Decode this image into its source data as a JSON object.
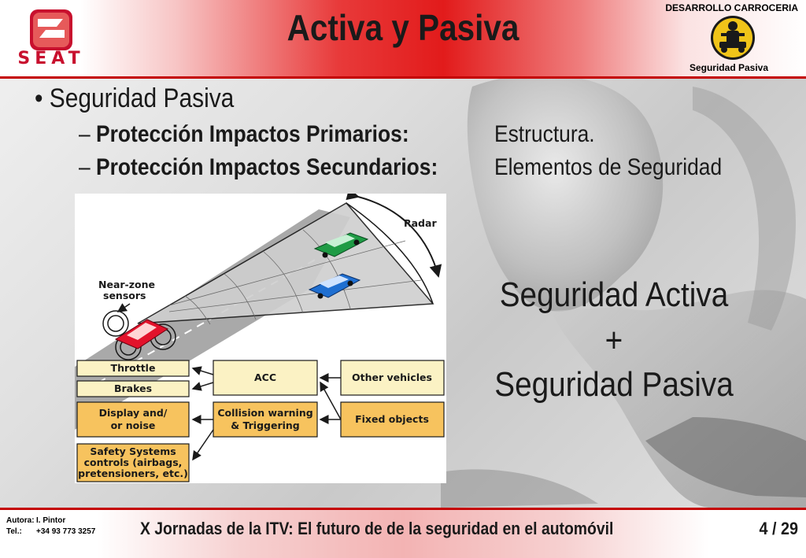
{
  "header": {
    "logo_text": "SEAT",
    "title": "Activa y Pasiva",
    "department": "DESARROLLO CARROCERIA",
    "badge_label": "Seguridad Pasiva"
  },
  "bullets": {
    "main": "• Seguridad Pasiva",
    "items": [
      {
        "dash": "–",
        "label": "Protección Impactos Primarios:",
        "value": "Estructura."
      },
      {
        "dash": "–",
        "label": "Protección Impactos Secundarios:",
        "value": "Elementos de Seguridad"
      }
    ]
  },
  "diagram": {
    "radar": "Radar",
    "near_zone": [
      "Near-zone",
      "sensors"
    ],
    "boxes": {
      "throttle": "Throttle",
      "brakes": "Brakes",
      "display": [
        "Display and/",
        "or noise"
      ],
      "safety": [
        "Safety Systems",
        "controls (airbags,",
        "pretensioners, etc.)"
      ],
      "acc": "ACC",
      "collision": [
        "Collision warning",
        "& Triggering"
      ],
      "other_vehicles": "Other vehicles",
      "fixed_objects": "Fixed objects"
    },
    "colors": {
      "box_yellow": "#f7c35e",
      "box_pale": "#fbf2c4",
      "car_red": "#e3122b",
      "car_green": "#1f9b45",
      "car_blue": "#1f6fd1"
    }
  },
  "equation": {
    "line1": "Seguridad Activa",
    "plus": "+",
    "line2": "Seguridad Pasiva"
  },
  "footer": {
    "author_key": "Autora:",
    "author_val": "I. Pintor",
    "tel_key": "Tel.:",
    "tel_val": "+34 93 773 3257",
    "title": "X Jornadas de la ITV: El futuro de de la seguridad en el automóvil",
    "page": "4 / 29"
  }
}
